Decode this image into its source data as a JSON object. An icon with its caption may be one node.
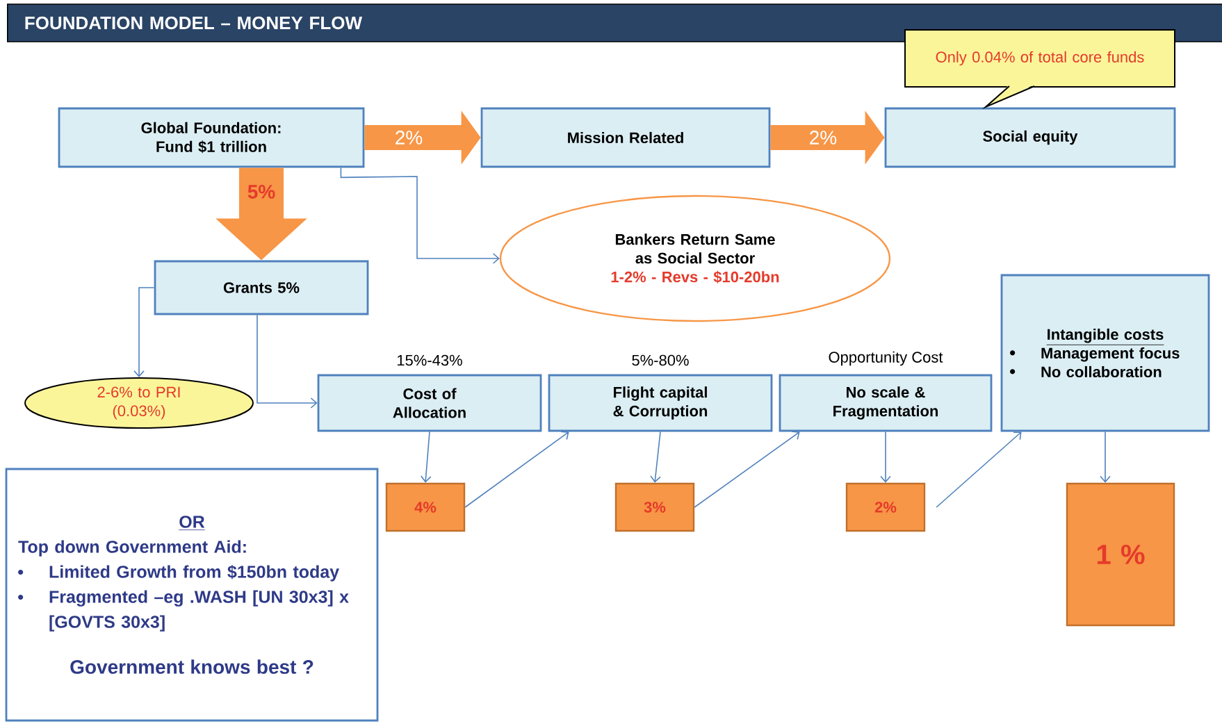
{
  "diagram": {
    "title": "FOUNDATION  MODEL – MONEY FLOW",
    "nodes": [
      {
        "text": [
          "Global Foundation: Fund $1 trillion"
        ]
      },
      {
        "text": [
          "Mission Related"
        ]
      },
      {
        "text": [
          "Social equity"
        ]
      },
      {
        "text": [
          "Only 0.04% of total core funds"
        ]
      },
      {
        "text": [
          "Bankers Return Same as Social Sector",
          "1-2% - Revs - $10-20bn"
        ]
      },
      {
        "text": [
          "Grants 5%"
        ]
      },
      {
        "text": [
          "2-6% to PRI (0.03%)"
        ]
      },
      {
        "text": [
          "Cost of Allocation"
        ],
        "beside": [
          "15%-43%"
        ]
      },
      {
        "text": [
          "Flight capital & Corruption"
        ],
        "beside": [
          "5%-80%"
        ]
      },
      {
        "text": [
          "No scale & Fragmentation"
        ],
        "beside": [
          "Opportunity  Cost"
        ]
      },
      {
        "text": [
          "Intangible costs",
          "Management focus",
          "No collaboration"
        ]
      },
      {
        "text": [
          "4%"
        ]
      },
      {
        "text": [
          "3%"
        ]
      },
      {
        "text": [
          "2%"
        ]
      },
      {
        "text": [
          "1 %"
        ]
      },
      {
        "text": [
          "OR",
          "Top down Government Aid:",
          "Limited Growth from $150bn  today",
          "Fragmented –eg .WASH [UN 30x3] x [GOVTS 30x3]",
          "Government knows best ?"
        ]
      }
    ],
    "edges": [
      {
        "from": 0,
        "to": 1,
        "arrow": "to",
        "label": "2%",
        "style": "thick",
        "color": "#f79646"
      },
      {
        "from": 1,
        "to": 2,
        "arrow": "to",
        "label": "2%",
        "style": "thick",
        "color": "#f79646"
      },
      {
        "from": 0,
        "to": 5,
        "arrow": "to",
        "label": "5%",
        "style": "thick",
        "color": "#f79646"
      },
      {
        "from": 0,
        "to": 4,
        "arrow": "to"
      },
      {
        "from": 5,
        "to": 6,
        "arrow": "to"
      },
      {
        "from": 5,
        "to": 7,
        "arrow": "to"
      },
      {
        "from": 7,
        "to": 11,
        "arrow": "to"
      },
      {
        "from": 11,
        "to": 8,
        "arrow": "to"
      },
      {
        "from": 8,
        "to": 12,
        "arrow": "to"
      },
      {
        "from": 12,
        "to": 9,
        "arrow": "to"
      },
      {
        "from": 9,
        "to": 13,
        "arrow": "to"
      },
      {
        "from": 13,
        "to": 10,
        "arrow": "to"
      },
      {
        "from": 10,
        "to": 14,
        "arrow": "to"
      }
    ]
  }
}
